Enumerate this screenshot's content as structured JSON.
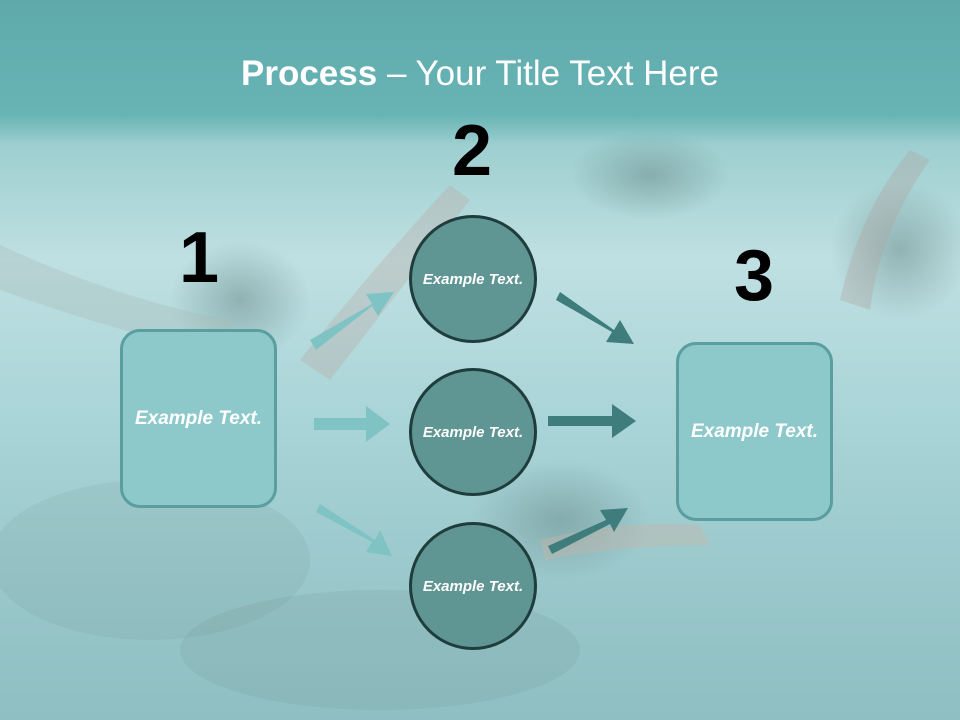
{
  "title": {
    "strong": "Process",
    "rest": " – Your Title Text Here"
  },
  "steps": [
    {
      "number": "1",
      "text": "Example Text."
    },
    {
      "number": "2",
      "text": "Example Text."
    },
    {
      "number": "3",
      "text": "Example Text."
    }
  ],
  "middle_nodes": [
    {
      "text": "Example Text."
    },
    {
      "text": "Example Text."
    },
    {
      "text": "Example Text."
    }
  ],
  "colors": {
    "box_fill": "#8dc9ca",
    "circle_fill": "#5f9593",
    "arrow_light": "#7fc3c4",
    "arrow_dark": "#3f7d7c"
  }
}
